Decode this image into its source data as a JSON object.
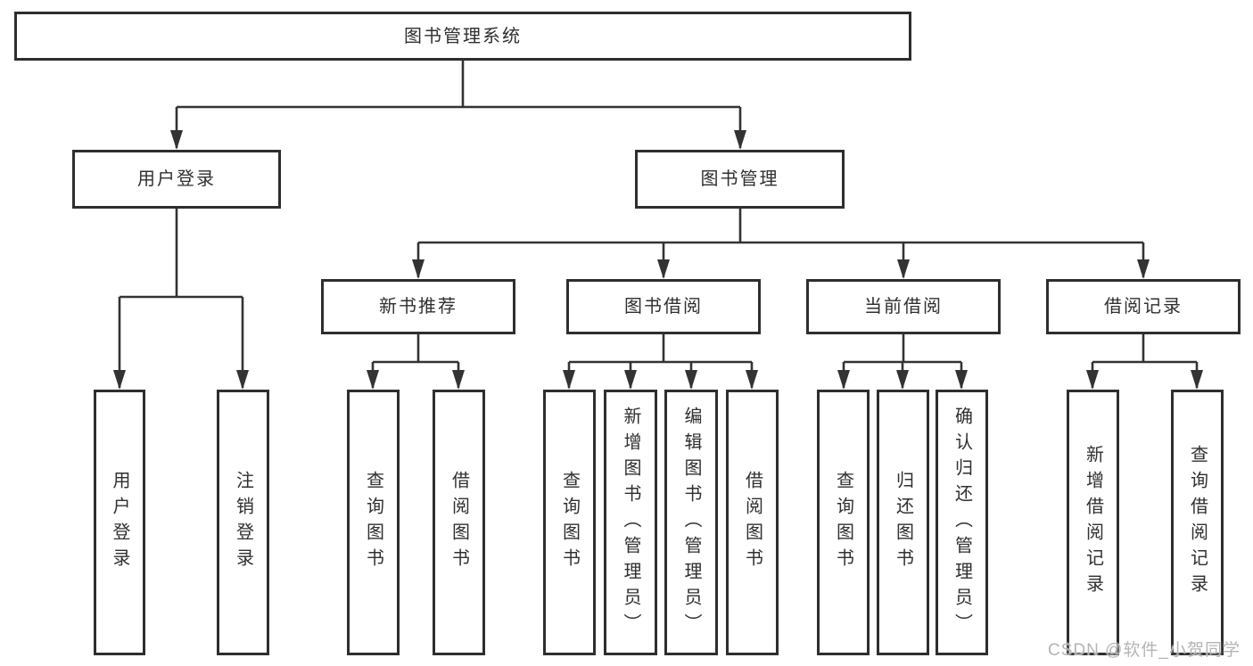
{
  "diagram": {
    "title": "图书管理系统",
    "root": {
      "label": "图书管理系统"
    },
    "branches": [
      {
        "label": "用户登录",
        "leaves": [
          "用户登录",
          "注销登录"
        ]
      },
      {
        "label": "图书管理",
        "children": [
          {
            "label": "新书推荐",
            "leaves": [
              "查询图书",
              "借阅图书"
            ]
          },
          {
            "label": "图书借阅",
            "leaves": [
              "查询图书",
              "新增图书（管理员）",
              "编辑图书（管理员）",
              "借阅图书"
            ]
          },
          {
            "label": "当前借阅",
            "leaves": [
              "查询图书",
              "归还图书",
              "确认归还（管理员）"
            ]
          },
          {
            "label": "借阅记录",
            "leaves": [
              "新增借阅记录",
              "查询借阅记录"
            ]
          }
        ]
      }
    ]
  },
  "watermark": {
    "text": "CSDN @软件_小贺同学"
  },
  "colors": {
    "line": "#333333",
    "box_border": "#2e2e2e",
    "box_fill": "#ffffff",
    "text": "#2f2f2f",
    "watermark": "#b4b4b4",
    "background": "#ffffff"
  }
}
